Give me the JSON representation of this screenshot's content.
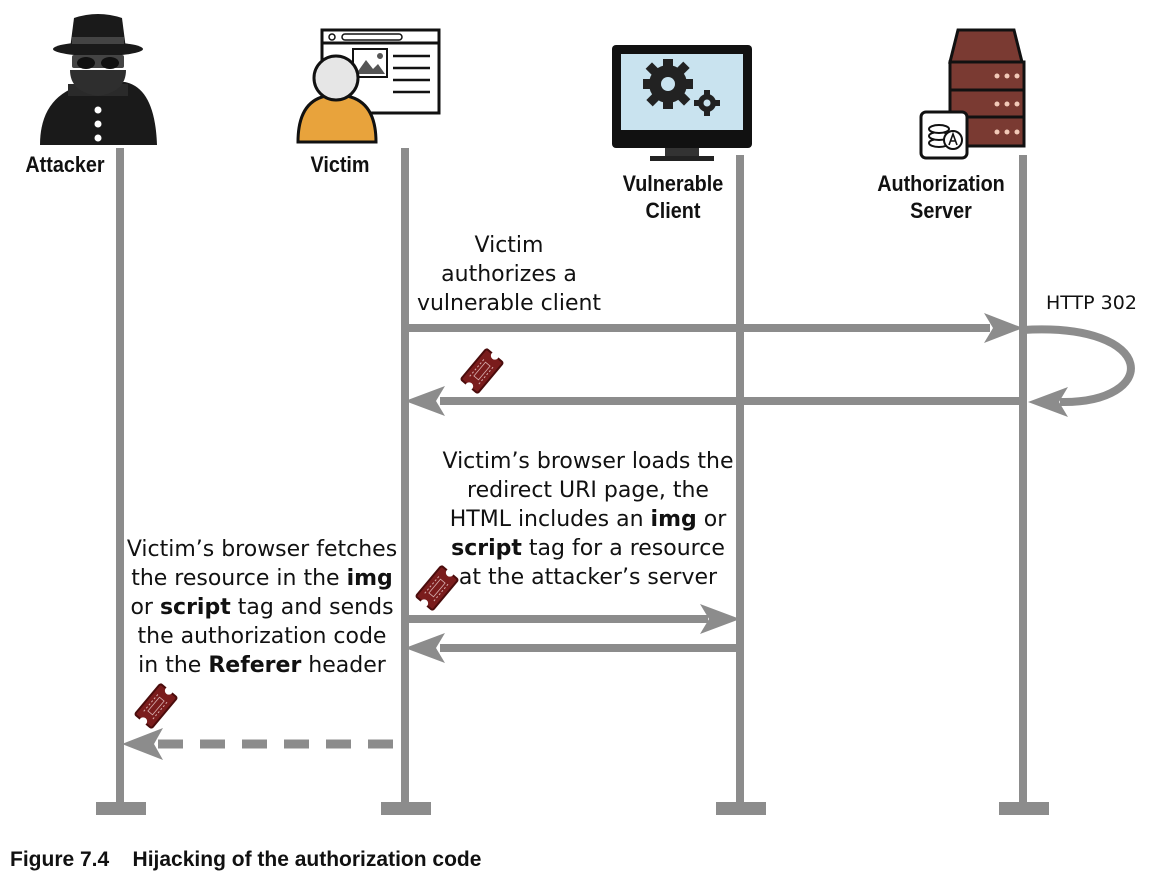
{
  "actors": [
    {
      "id": "attacker",
      "label": "Attacker"
    },
    {
      "id": "victim",
      "label": "Victim"
    },
    {
      "id": "client",
      "label_lines": [
        "Vulnerable",
        "Client"
      ]
    },
    {
      "id": "server",
      "label_lines": [
        "Authorization",
        "Server"
      ]
    }
  ],
  "messages": {
    "authorize": {
      "lines": [
        "Victim",
        "authorizes a",
        "vulnerable client"
      ]
    },
    "redirect": {
      "label": "HTTP 302"
    },
    "load_page": {
      "lines": [
        [
          "Victim’s browser loads the"
        ],
        [
          "redirect URI page, the"
        ],
        [
          "HTML includes an ",
          {
            "b": "img"
          },
          " or"
        ],
        [
          {
            "b": "script"
          },
          " tag for a resource"
        ],
        [
          "at the attacker’s server"
        ]
      ]
    },
    "leak": {
      "lines": [
        [
          "Victim’s browser fetches"
        ],
        [
          "the resource in the ",
          {
            "b": "img"
          }
        ],
        [
          "or ",
          {
            "b": "script"
          },
          " tag and sends"
        ],
        [
          "the authorization code"
        ],
        [
          "in the ",
          {
            "b": "Referer"
          },
          " header"
        ]
      ]
    }
  },
  "colors": {
    "line": "#8c8c8c",
    "ticket": "#7a1c1c",
    "ticket_dark": "#4a0c0c",
    "hat": "#1a1a1a",
    "victim_body": "#e8a33c",
    "screen": "#c9e3ef",
    "server": "#7a3a32"
  },
  "caption": {
    "number": "Figure 7.4",
    "text": "Hijacking of the authorization code"
  }
}
